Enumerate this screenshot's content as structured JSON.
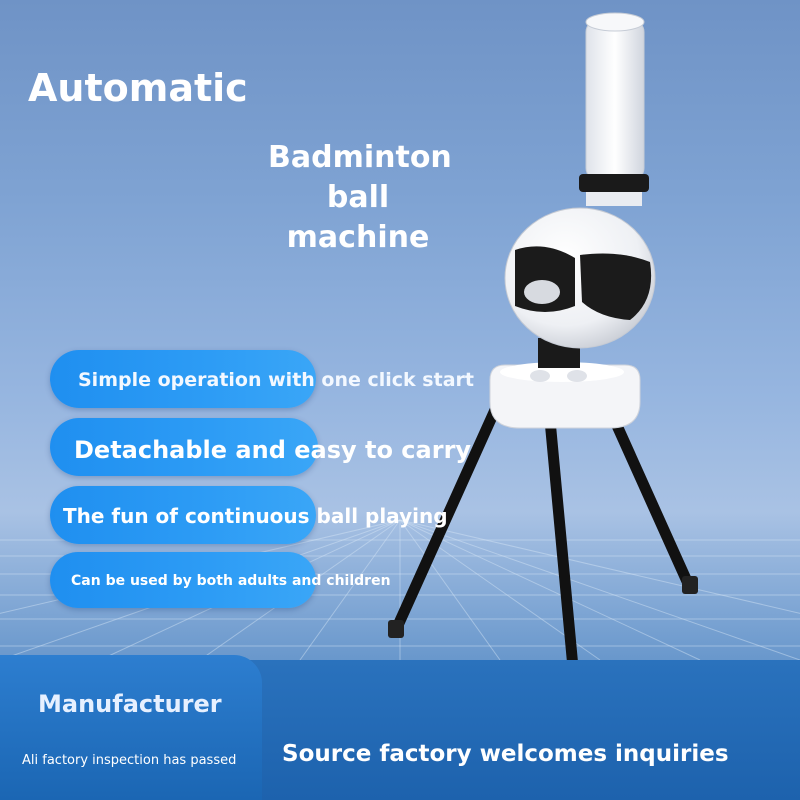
{
  "title_line_1": "Automatic",
  "title_line_2": [
    "Badminton",
    "ball",
    "machine"
  ],
  "features": [
    "Simple operation with one click start",
    "Detachable and easy to carry",
    "The fun of continuous ball playing",
    "Can be used by both adults and children"
  ],
  "manufacturer": {
    "label": "Manufacturer",
    "note": "Ali factory inspection has passed"
  },
  "call_to_action": "Source factory welcomes inquiries",
  "colors": {
    "pill_blue": "#2d9cf5",
    "band_blue": "#1d62ad",
    "text": "#ffffff"
  }
}
